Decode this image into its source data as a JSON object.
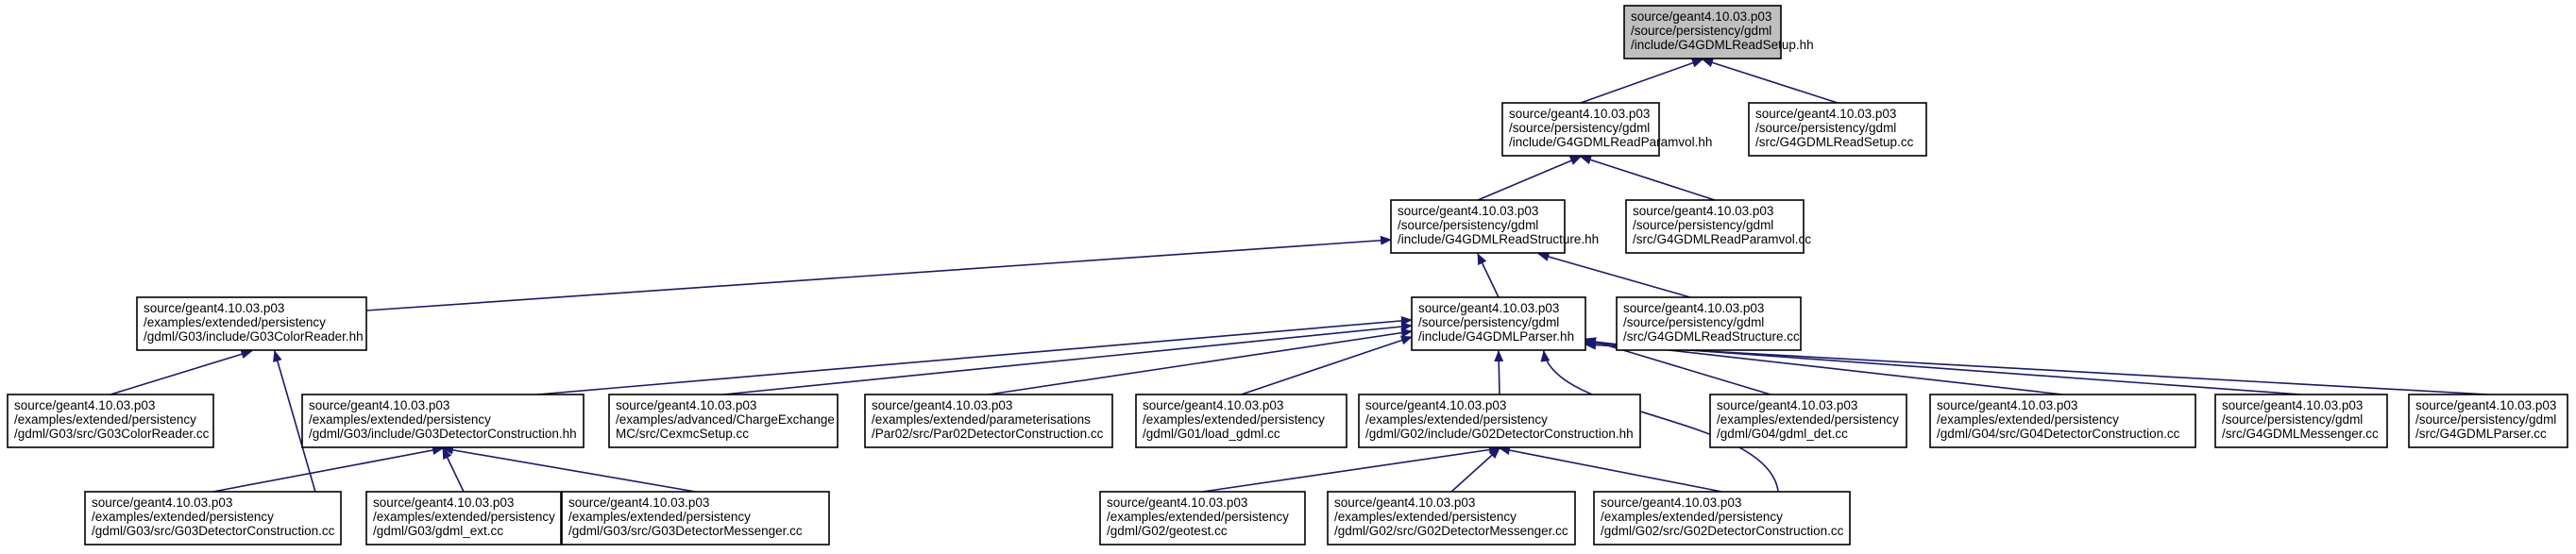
{
  "arrow_color": "#191970",
  "root_fill": "#bfbfbf",
  "nodes": [
    {
      "id": "n0",
      "root": true,
      "lines": [
        "source/geant4.10.03.p03",
        "/source/persistency/gdml",
        "/include/G4GDMLReadSetup.hh"
      ]
    },
    {
      "id": "n1",
      "lines": [
        "source/geant4.10.03.p03",
        "/source/persistency/gdml",
        "/include/G4GDMLReadParamvol.hh"
      ]
    },
    {
      "id": "n2",
      "lines": [
        "source/geant4.10.03.p03",
        "/source/persistency/gdml",
        "/src/G4GDMLReadSetup.cc"
      ]
    },
    {
      "id": "n3",
      "lines": [
        "source/geant4.10.03.p03",
        "/source/persistency/gdml",
        "/include/G4GDMLReadStructure.hh"
      ]
    },
    {
      "id": "n4",
      "lines": [
        "source/geant4.10.03.p03",
        "/source/persistency/gdml",
        "/src/G4GDMLReadParamvol.cc"
      ]
    },
    {
      "id": "n5",
      "lines": [
        "source/geant4.10.03.p03",
        "/examples/extended/persistency",
        "/gdml/G03/include/G03ColorReader.hh"
      ]
    },
    {
      "id": "n6",
      "lines": [
        "source/geant4.10.03.p03",
        "/source/persistency/gdml",
        "/include/G4GDMLParser.hh"
      ]
    },
    {
      "id": "n7",
      "lines": [
        "source/geant4.10.03.p03",
        "/source/persistency/gdml",
        "/src/G4GDMLReadStructure.cc"
      ]
    },
    {
      "id": "n8",
      "lines": [
        "source/geant4.10.03.p03",
        "/examples/extended/persistency",
        "/gdml/G03/src/G03ColorReader.cc"
      ]
    },
    {
      "id": "n9",
      "lines": [
        "source/geant4.10.03.p03",
        "/examples/extended/persistency",
        "/gdml/G03/include/G03DetectorConstruction.hh"
      ]
    },
    {
      "id": "n10",
      "lines": [
        "source/geant4.10.03.p03",
        "/examples/advanced/ChargeExchange",
        "MC/src/CexmcSetup.cc"
      ]
    },
    {
      "id": "n11",
      "lines": [
        "source/geant4.10.03.p03",
        "/examples/extended/parameterisations",
        "/Par02/src/Par02DetectorConstruction.cc"
      ]
    },
    {
      "id": "n12",
      "lines": [
        "source/geant4.10.03.p03",
        "/examples/extended/persistency",
        "/gdml/G01/load_gdml.cc"
      ]
    },
    {
      "id": "n13",
      "lines": [
        "source/geant4.10.03.p03",
        "/examples/extended/persistency",
        "/gdml/G02/include/G02DetectorConstruction.hh"
      ]
    },
    {
      "id": "n14",
      "lines": [
        "source/geant4.10.03.p03",
        "/examples/extended/persistency",
        "/gdml/G04/gdml_det.cc"
      ]
    },
    {
      "id": "n15",
      "lines": [
        "source/geant4.10.03.p03",
        "/examples/extended/persistency",
        "/gdml/G04/src/G04DetectorConstruction.cc"
      ]
    },
    {
      "id": "n16",
      "lines": [
        "source/geant4.10.03.p03",
        "/source/persistency/gdml",
        "/src/G4GDMLMessenger.cc"
      ]
    },
    {
      "id": "n17",
      "lines": [
        "source/geant4.10.03.p03",
        "/source/persistency/gdml",
        "/src/G4GDMLParser.cc"
      ]
    },
    {
      "id": "n18",
      "lines": [
        "source/geant4.10.03.p03",
        "/examples/extended/persistency",
        "/gdml/G03/src/G03DetectorConstruction.cc"
      ]
    },
    {
      "id": "n19",
      "lines": [
        "source/geant4.10.03.p03",
        "/examples/extended/persistency",
        "/gdml/G03/gdml_ext.cc"
      ]
    },
    {
      "id": "n20",
      "lines": [
        "source/geant4.10.03.p03",
        "/examples/extended/persistency",
        "/gdml/G03/src/G03DetectorMessenger.cc"
      ]
    },
    {
      "id": "n21",
      "lines": [
        "source/geant4.10.03.p03",
        "/examples/extended/persistency",
        "/gdml/G02/geotest.cc"
      ]
    },
    {
      "id": "n22",
      "lines": [
        "source/geant4.10.03.p03",
        "/examples/extended/persistency",
        "/gdml/G02/src/G02DetectorMessenger.cc"
      ]
    },
    {
      "id": "n23",
      "lines": [
        "source/geant4.10.03.p03",
        "/examples/extended/persistency",
        "/gdml/G02/src/G02DetectorConstruction.cc"
      ]
    }
  ],
  "edges": [
    {
      "from": "n1",
      "to": "n0"
    },
    {
      "from": "n2",
      "to": "n0"
    },
    {
      "from": "n3",
      "to": "n1"
    },
    {
      "from": "n4",
      "to": "n1"
    },
    {
      "from": "n5",
      "to": "n3"
    },
    {
      "from": "n6",
      "to": "n3"
    },
    {
      "from": "n7",
      "to": "n3"
    },
    {
      "from": "n8",
      "to": "n5"
    },
    {
      "from": "n18",
      "to": "n5"
    },
    {
      "from": "n9",
      "to": "n6"
    },
    {
      "from": "n10",
      "to": "n6"
    },
    {
      "from": "n11",
      "to": "n6"
    },
    {
      "from": "n12",
      "to": "n6"
    },
    {
      "from": "n13",
      "to": "n6"
    },
    {
      "from": "n14",
      "to": "n6"
    },
    {
      "from": "n15",
      "to": "n6"
    },
    {
      "from": "n16",
      "to": "n6"
    },
    {
      "from": "n17",
      "to": "n6"
    },
    {
      "from": "n23",
      "to": "n6"
    },
    {
      "from": "n18",
      "to": "n9"
    },
    {
      "from": "n19",
      "to": "n9"
    },
    {
      "from": "n20",
      "to": "n9"
    },
    {
      "from": "n21",
      "to": "n13"
    },
    {
      "from": "n22",
      "to": "n13"
    },
    {
      "from": "n23",
      "to": "n13"
    }
  ]
}
